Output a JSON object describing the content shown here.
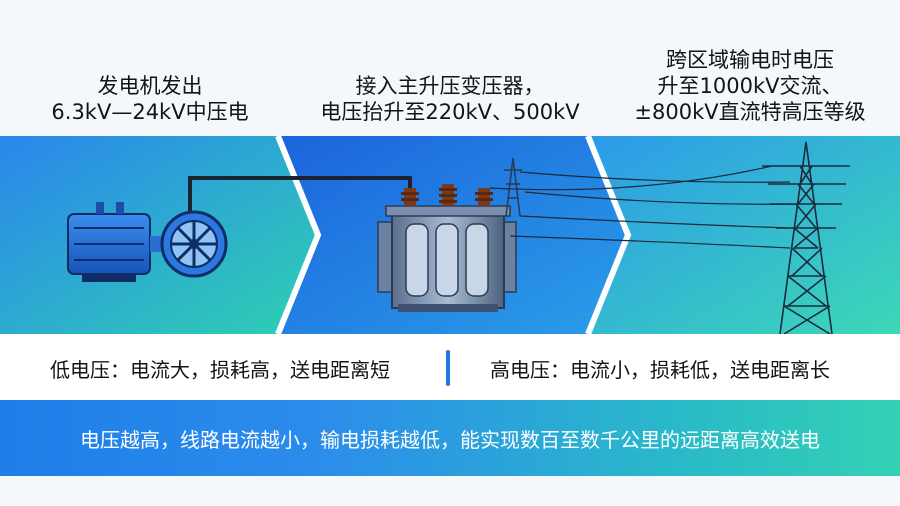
{
  "captions": {
    "generator": [
      "发电机发出",
      "6.3kV—24kV中压电"
    ],
    "transformer": [
      "接入主升压变压器，",
      "电压抬升至220kV、500kV"
    ],
    "transmission": [
      "跨区域输电时电压",
      "升至1000kV交流、",
      "±800kV直流特高压等级"
    ]
  },
  "comparison": {
    "low_voltage": "低电压：电流大，损耗高，送电距离短",
    "high_voltage": "高电压：电流小，损耗低，送电距离长"
  },
  "footer": {
    "summary": "电压越高，线路电流越小，输电损耗越低，能实现数百至数千公里的远距离高效送电"
  },
  "colors": {
    "band_blue": "#1f6fe0",
    "band_teal": "#2ec9b4",
    "accent": "#1f7ae0"
  },
  "icons": [
    "generator-icon",
    "transformer-icon",
    "transmission-tower-icon",
    "chevron-arrow-icon"
  ]
}
